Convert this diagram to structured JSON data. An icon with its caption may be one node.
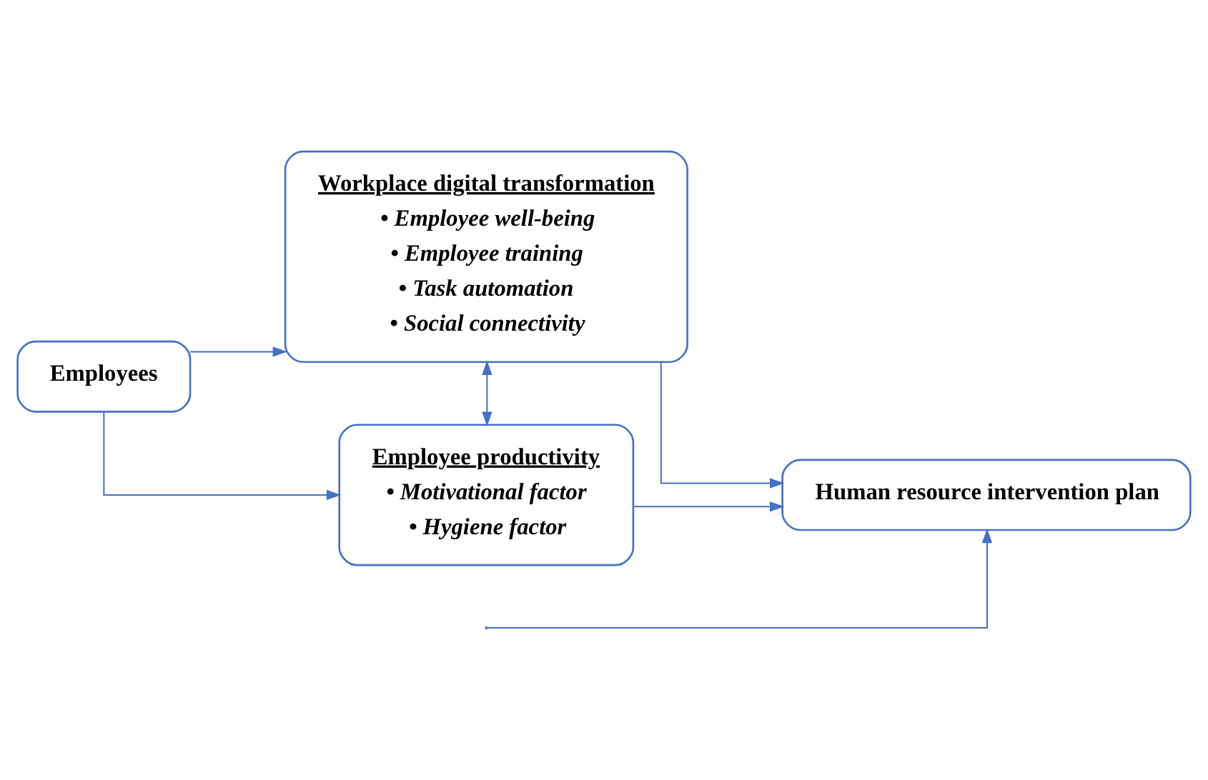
{
  "diagram": {
    "nodes": [
      {
        "text": [
          "Workplace digital transformation",
          "• Employee well-being",
          "• Employee training",
          "• Task automation",
          "• Social connectivity"
        ]
      },
      {
        "text": [
          "Employees"
        ]
      },
      {
        "text": [
          "Human resource intervention plan"
        ]
      },
      {
        "text": [
          "Employee productivity",
          "• Motivational factor",
          "• Hygiene factor"
        ]
      }
    ],
    "edges": [
      {
        "from": 1,
        "to": 0,
        "arrow": "to"
      },
      {
        "from": 1,
        "to": 3,
        "arrow": "to"
      },
      {
        "from": 0,
        "to": 2,
        "arrow": "to"
      },
      {
        "from": 0,
        "to": 3,
        "arrow": "both"
      },
      {
        "from": null,
        "to": 2,
        "arrow": "to"
      },
      {
        "from": 3,
        "to": 2,
        "arrow": "to"
      }
    ]
  }
}
